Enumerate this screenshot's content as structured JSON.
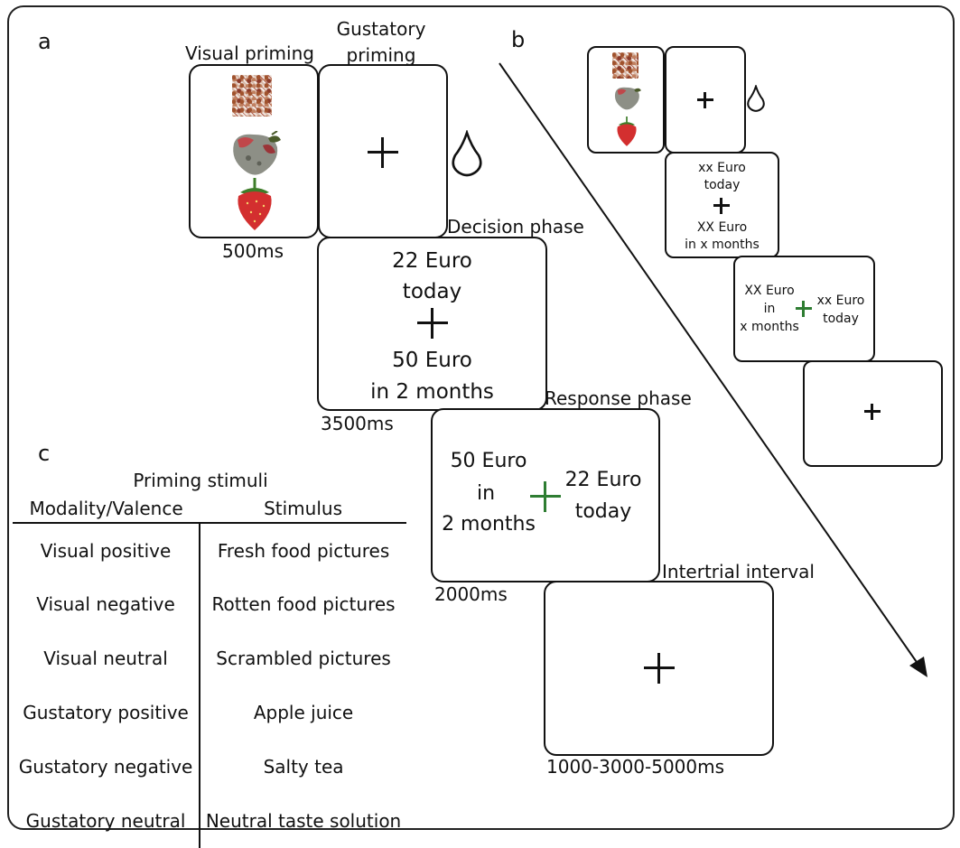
{
  "panels": {
    "a": "a",
    "b": "b",
    "c": "c"
  },
  "panel_a": {
    "visual_priming": "Visual priming",
    "gustatory_priming_line1": "Gustatory",
    "gustatory_priming_line2": "priming",
    "priming_duration": "500ms",
    "decision_phase": "Decision phase",
    "decision_left_amount": "22 Euro",
    "decision_left_time": "today",
    "decision_right_amount": "50 Euro",
    "decision_right_time": "in 2 months",
    "decision_duration": "3500ms",
    "response_phase": "Response phase",
    "response_left_line1": "50 Euro",
    "response_left_line2": "in",
    "response_left_line3": "2 months",
    "response_right_line1": "22 Euro",
    "response_right_line2": "today",
    "response_duration": "2000ms",
    "iti_label": "Intertrial interval",
    "iti_duration": "1000-3000-5000ms"
  },
  "panel_b": {
    "decision_top_line1": "xx Euro",
    "decision_top_line2": "today",
    "decision_bottom_line1": "XX Euro",
    "decision_bottom_line2": "in x months",
    "response_left_line1": "XX Euro",
    "response_left_line2": "in",
    "response_left_line3": "x months",
    "response_right_line1": "xx Euro",
    "response_right_line2": "today"
  },
  "panel_c": {
    "title": "Priming stimuli",
    "headers": [
      "Modality/Valence",
      "Stimulus"
    ],
    "rows": [
      [
        "Visual positive",
        "Fresh food pictures"
      ],
      [
        "Visual negative",
        "Rotten food pictures"
      ],
      [
        "Visual neutral",
        "Scrambled pictures"
      ],
      [
        "Gustatory positive",
        "Apple juice"
      ],
      [
        "Gustatory negative",
        "Salty tea"
      ],
      [
        "Gustatory neutral",
        "Neutral taste solution"
      ]
    ]
  },
  "colors": {
    "fixation_green": "#2e7d32",
    "strawberry_red": "#d32f2f",
    "rotten_grey": "#8d8f86",
    "leaf_green": "#3e7d2a"
  },
  "icons": [
    "fixation-cross-icon",
    "droplet-icon",
    "strawberry-icon",
    "rotten-strawberry-icon",
    "scrambled-image-icon",
    "timeline-arrow-icon"
  ]
}
